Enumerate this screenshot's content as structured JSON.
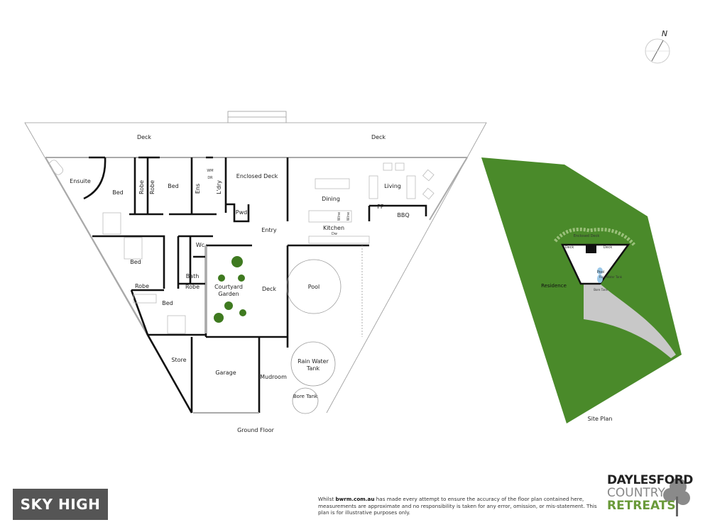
{
  "compass": {
    "north_label": "N"
  },
  "floor_plan": {
    "title": "Ground Floor",
    "rooms": {
      "deck_left": "Deck",
      "deck_right": "Deck",
      "ensuite": "Ensuite",
      "bed_master": "Bed",
      "robe_1": "Robe",
      "robe_2": "Robe",
      "bed_2": "Bed",
      "ens": "Ens",
      "laundry": "L'dry",
      "wm": "WM",
      "dr": "DR",
      "enclosed_deck": "Enclosed Deck",
      "pwd": "Pwd",
      "dining": "Dining",
      "living": "Living",
      "fp": "FP",
      "bbq": "BBQ",
      "wine_1": "Wine",
      "wine_2": "Wine",
      "kitchen": "Kitchen",
      "kitchen_sub": "Dw",
      "entry": "Entry",
      "wc": "Wc",
      "bed_3": "Bed",
      "bath": "Bath",
      "robe_3": "Robe",
      "robe_4": "Robe",
      "courtyard_garden": "Courtyard Garden",
      "deck_center": "Deck",
      "bed_4": "Bed",
      "pool": "Pool",
      "store": "Store",
      "garage": "Garage",
      "mudroom": "Mudroom",
      "rain_water_tank": "Rain Water Tank",
      "bore_tank": "Bore Tank"
    }
  },
  "site_plan": {
    "title": "Site Plan",
    "labels": {
      "residence": "Residence",
      "enclosed_deck": "Enclosed Deck",
      "deck_left": "Deck",
      "deck_right": "Deck",
      "pool": "Pool",
      "rain_water_tank": "Rain Water Tank",
      "bore_tank": "Bore Tank"
    },
    "colors": {
      "grass": "#4a8a2a",
      "driveway": "#c8c8c8",
      "pool": "#9cc8e8"
    }
  },
  "badge": {
    "property_name": "SKY HIGH"
  },
  "disclaimer": {
    "prefix": "Whilst ",
    "site": "bwrm.com.au",
    "body": " has made every attempt to ensure the accuracy of the floor plan contained here, measurements are approximate and no responsibility is taken for any error, omission, or mis-statement. This plan is for illustrative purposes only."
  },
  "logo": {
    "line1": "DAYLESFORD",
    "line2": "COUNTRY",
    "line3": "RETREATS"
  }
}
